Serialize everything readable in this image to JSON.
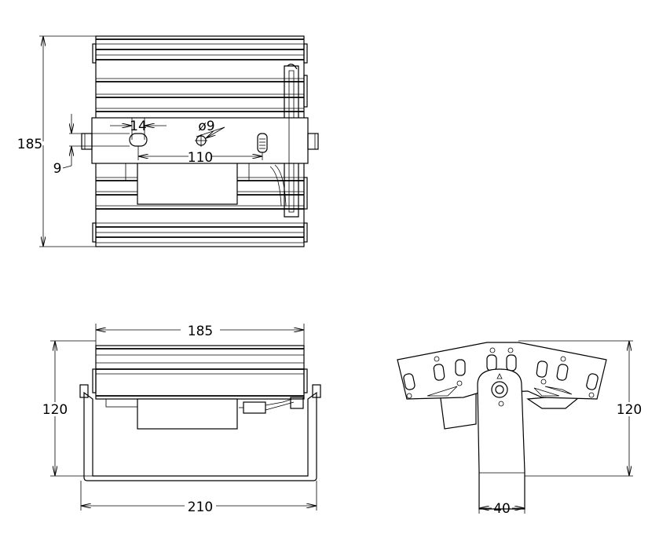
{
  "top_view": {
    "height_label": "185",
    "slot_width_label": "14",
    "hole_label": "ø9",
    "hole_spacing_label": "110",
    "offset_label": "9"
  },
  "front_view": {
    "width_label": "185",
    "height_label": "120",
    "bracket_width_label": "210"
  },
  "side_view": {
    "height_label": "120",
    "post_width_label": "40"
  }
}
